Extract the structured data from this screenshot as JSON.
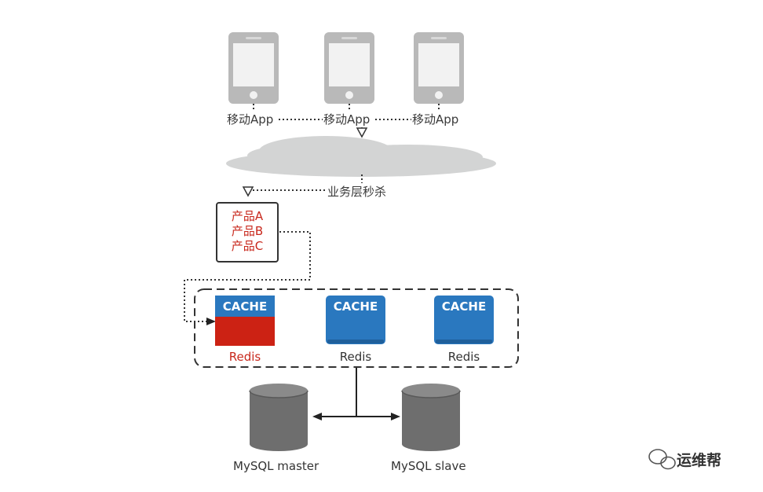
{
  "apps": [
    {
      "label": "移动App"
    },
    {
      "label": "移动App"
    },
    {
      "label": "移动App"
    }
  ],
  "service_layer": {
    "label": "业务层秒杀"
  },
  "products": [
    "产品A",
    "产品B",
    "产品C"
  ],
  "caches": [
    {
      "title": "CACHE",
      "label": "Redis",
      "highlight": true
    },
    {
      "title": "CACHE",
      "label": "Redis",
      "highlight": false
    },
    {
      "title": "CACHE",
      "label": "Redis",
      "highlight": false
    }
  ],
  "databases": {
    "master": "MySQL master",
    "slave": "MySQL slave"
  },
  "watermark": {
    "text": "运维帮"
  },
  "colors": {
    "cache_blue": "#2a78bf",
    "highlight_red": "#cc2214",
    "phone_gray": "#b4b4b4",
    "cloud_gray": "#d3d4d4",
    "db_gray": "#6e6e6e"
  }
}
